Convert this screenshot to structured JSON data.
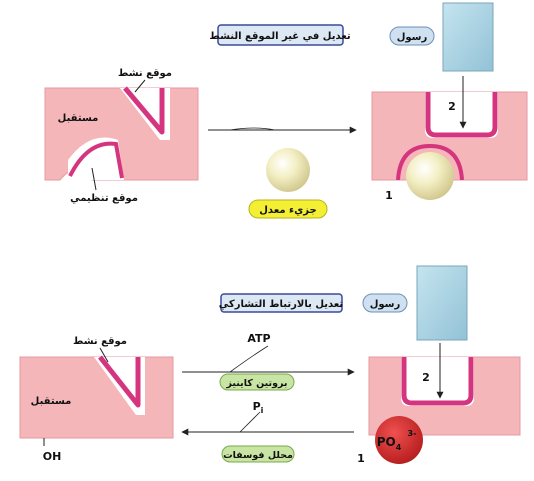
{
  "top": {
    "title": "تعديل في غير الموقع النشط",
    "messenger_label": "رسول",
    "active_site_label": "موقع نشط",
    "receptor_label": "مستقبل",
    "regulatory_site_label": "موقع تنظيمي",
    "modulator_label": "جزيء معدل",
    "step1": "1",
    "step2": "2"
  },
  "bottom": {
    "title": "تعديل بالارتباط التشاركي",
    "messenger_label": "رسول",
    "active_site_label": "موقع نشط",
    "receptor_label": "مستقبل",
    "oh_label": "OH",
    "atp_label": "ATP",
    "kinase_label": "بروتين كاينيز",
    "pi_label": "P",
    "pi_sub": "i",
    "phosphatase_label": "محلل فوسفات",
    "phosphate_label": "PO",
    "phosphate_sub": "4",
    "phosphate_charge": "3-",
    "step1": "1",
    "step2": "2"
  },
  "colors": {
    "protein": "#f4b6b8",
    "site": "#d4357e",
    "messenger": "#a9d4e3",
    "modulator": "#f3efb8",
    "phosphate": "#d3262a",
    "pill_blue": "#cfe0f0",
    "pill_yellow": "#f2ef35",
    "pill_green": "#c8e5a4"
  }
}
